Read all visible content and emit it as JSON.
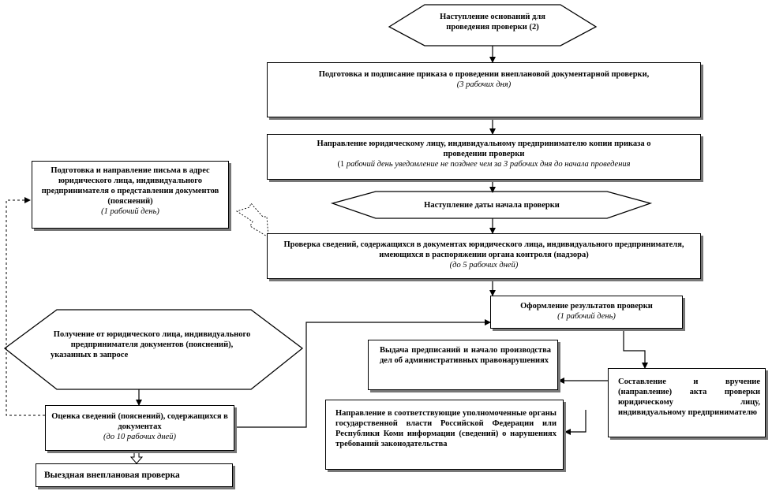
{
  "nodes": {
    "start": {
      "text": "Наступление оснований для проведения проверки (2)"
    },
    "order": {
      "text": "Подготовка и подписание приказа о проведении внеплановой документарной проверки,",
      "note": "(3 рабочих дня)"
    },
    "notify": {
      "text": "Направление юридическому лицу, индивидуальному предпринимателю копии приказа о проведении проверки",
      "note_prefix": "(1 ",
      "note": "рабочий день уведомление не позднее чем за 3 рабочих дня до начала проведения"
    },
    "startdate": {
      "text": "Наступление даты начала проверки"
    },
    "letter": {
      "text": "Подготовка и направление письма в адрес юридического лица, индивидуального предпринимателя о представлении документов (пояснений)",
      "note": "(1 рабочий день)"
    },
    "check": {
      "text": "Проверка сведений, содержащихся в документах юридического лица, индивидуального предпринимателя, имеющихся в распоряжении органа контроля (надзора)",
      "note": "(до 5 рабочих дней)"
    },
    "results": {
      "text": "Оформление результатов проверки",
      "note": "(1 рабочий день)"
    },
    "receive": {
      "text": "Получение от юридического лица, индивидуального предпринимателя документов (пояснений), указанных в запросе"
    },
    "orders": {
      "text": "Выдача предписаний и начало производства дел об административных правонарушениях"
    },
    "act": {
      "text": "Составление и вручение (направление) акта проверки юридическому лицу, индивидуальному предпринимателю"
    },
    "forward": {
      "text": "Направление в соответствующие уполномоченные органы государственной власти Российской Федерации или Республики Коми информации (сведений) о нарушениях требований законодательства"
    },
    "evaluate": {
      "text": "Оценка сведений (пояснений), содержащихся в документах",
      "note": "(до 10 рабочих дней)"
    },
    "onsite": {
      "text": "Выездная внеплановая проверка"
    }
  }
}
